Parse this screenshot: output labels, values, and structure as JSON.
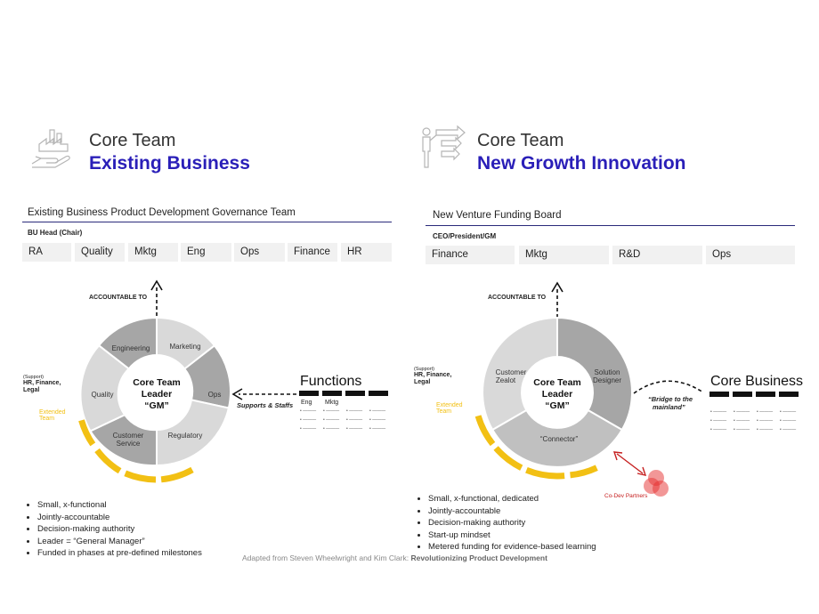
{
  "left": {
    "title_line1": "Core Team",
    "title_line2": "Existing Business",
    "icon": "hand-holding-factory-icon",
    "governance_title": "Existing Business Product Development Governance Team",
    "chair_label": "BU Head (Chair)",
    "members": [
      "RA",
      "Quality",
      "Mktg",
      "Eng",
      "Ops",
      "Finance",
      "HR"
    ],
    "accountable_label": "ACCOUNTABLE TO",
    "support_small": "(Support)",
    "support_label_1": "HR, Finance,",
    "support_label_2": "Legal",
    "extended_team_1": "Extended",
    "extended_team_2": "Team",
    "center_1": "Core Team",
    "center_2": "Leader",
    "center_3": "“GM”",
    "segments": [
      "Marketing",
      "Ops",
      "Regulatory",
      "Customer",
      "Service",
      "Quality",
      "Engineering"
    ],
    "supports_label": "Supports & Staffs",
    "functions_title": "Functions",
    "functions_cols": [
      "Eng",
      "Mktg",
      "",
      ""
    ],
    "bullets": [
      "Small, x-functional",
      "Jointly-accountable",
      "Decision-making authority",
      "Leader = “General Manager”",
      "Funded in phases at pre-defined milestones"
    ]
  },
  "right": {
    "title_line1": "Core Team",
    "title_line2": "New Growth Innovation",
    "icon": "presenter-arrows-icon",
    "governance_title": "New Venture Funding Board",
    "chair_label": "CEO/President/GM",
    "members": [
      "Finance",
      "Mktg",
      "R&D",
      "Ops"
    ],
    "accountable_label": "ACCOUNTABLE TO",
    "support_small": "(Support)",
    "support_label_1": "HR, Finance,",
    "support_label_2": "Legal",
    "extended_team_1": "Extended",
    "extended_team_2": "Team",
    "center_1": "Core Team",
    "center_2": "Leader",
    "center_3": "“GM”",
    "seg_customer_1": "Customer",
    "seg_customer_2": "Zealot",
    "seg_solution_1": "Solution",
    "seg_solution_2": "Designer",
    "seg_connector": "“Connector”",
    "bridge_1": "“Bridge to the",
    "bridge_2": "mainland”",
    "core_business_title": "Core Business",
    "codev_label": "Co-Dev Partners",
    "bullets": [
      "Small, x-functional, dedicated",
      "Jointly-accountable",
      "Decision-making authority",
      "Start-up mindset",
      "Metered funding for evidence-based learning"
    ]
  },
  "footer_prefix": "Adapted from Steven Wheelwright and Kim Clark: ",
  "footer_bold": "Revolutionizing Product Development",
  "colors": {
    "title_blue": "#2a1fb8",
    "seg_dark": "#a6a6a6",
    "seg_light": "#d9d9d9",
    "extended_gold": "#f2c014",
    "codev_red": "#e53030"
  }
}
